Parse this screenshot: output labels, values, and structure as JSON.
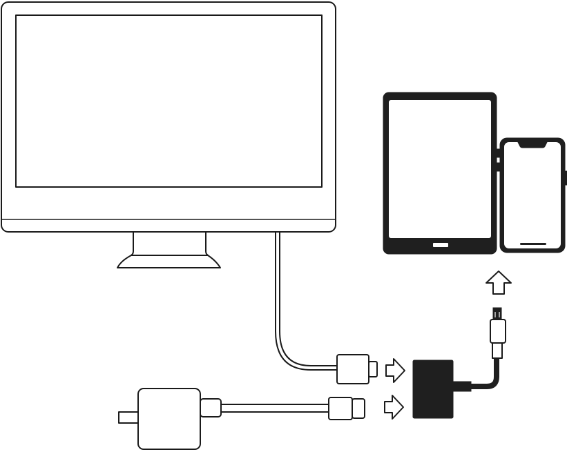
{
  "diagram": {
    "type": "connection-illustration",
    "elements": [
      {
        "name": "monitor",
        "icon": "monitor-icon"
      },
      {
        "name": "tablet",
        "icon": "tablet-icon"
      },
      {
        "name": "smartphone",
        "icon": "smartphone-icon"
      },
      {
        "name": "adapter-hub",
        "icon": "adapter-icon"
      },
      {
        "name": "power-adapter",
        "icon": "power-adapter-icon"
      },
      {
        "name": "monitor-cable",
        "icon": "cable-icon"
      },
      {
        "name": "power-cable",
        "icon": "cable-icon"
      },
      {
        "name": "device-cable",
        "icon": "cable-icon"
      }
    ],
    "arrows": [
      {
        "name": "arrow-monitor-to-adapter",
        "direction": "right"
      },
      {
        "name": "arrow-power-to-adapter",
        "direction": "right"
      },
      {
        "name": "arrow-adapter-to-devices",
        "direction": "up"
      }
    ],
    "colors": {
      "stroke": "#1a1a1a",
      "fill_dark": "#1f1f1f",
      "background": "#ffffff"
    }
  }
}
